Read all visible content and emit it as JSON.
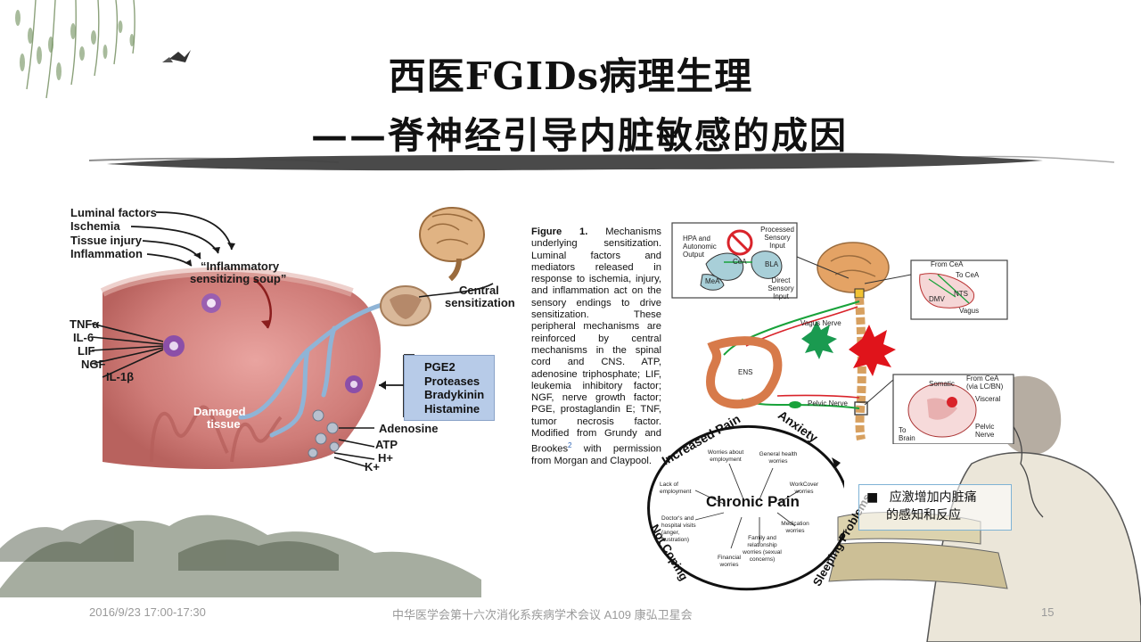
{
  "slide": {
    "title_line1": "西医FGIDs病理生理",
    "title_line2": "——脊神经引导内脏敏感的成因",
    "footer_left": "2016/9/23 17:00-17:30",
    "footer_center": "中华医学会第十六次消化系疾病学术会议 A109 康弘卫星会",
    "page_number": "15"
  },
  "left_figure": {
    "triggers": [
      "Luminal factors",
      "Ischemia",
      "Tissue injury",
      "Inflammation"
    ],
    "soup_label_line1": "“Inflammatory",
    "soup_label_line2": "sensitizing soup”",
    "cytokines": [
      "TNFα",
      "IL-6",
      "LIF",
      "NGF",
      "IL-1β"
    ],
    "damaged_tissue_line1": "Damaged",
    "damaged_tissue_line2": "tissue",
    "central_sensitization_line1": "Central",
    "central_sensitization_line2": "sensitization",
    "mediators": [
      "PGE2",
      "Proteases",
      "Bradykinin",
      "Histamine"
    ],
    "purine_labels": [
      "Adenosine",
      "ATP",
      "H+",
      "K+"
    ]
  },
  "caption": {
    "lead": "Figure 1.",
    "text": "Mechanisms underlying sensitization. Luminal factors and mediators released in response to ischemia, injury, and inflammation act on the sensory endings to drive sensitization. These peripheral mechanisms are reinforced by central mechanisms in the spinal cord and CNS. ATP, adenosine triphosphate; LIF, leukemia inhibitory factor; NGF, nerve growth factor; PGE, prostaglandin E; TNF, tumor necrosis factor. Modified from Grundy and Brookes",
    "ref": "2",
    "tail": "with permission from Morgan and Claypool."
  },
  "right_figure": {
    "amygdala": {
      "hpa": "HPA and Autonomic Output",
      "processed": "Processed Sensory Input",
      "cea": "CeA",
      "bla": "BLA",
      "mea": "MeA",
      "direct": "Direct Sensory Input"
    },
    "brainstem": {
      "from_cea": "From CeA",
      "to_cea": "To CeA",
      "nts": "NTS",
      "dmv": "DMV",
      "vagus": "Vagus"
    },
    "vagus_nerve": "Vagus Nerve",
    "ens": "ENS",
    "pelvic_nerve": "Pelvic Nerve",
    "spinal": {
      "somatic": "Somatic",
      "from_cea": "From CeA (via LC/BN)",
      "visceral": "Visceral",
      "to_brain": "To Brain",
      "pelvic": "Pelvic Nerve"
    }
  },
  "cycle": {
    "center": "Chronic Pain",
    "outer": [
      "Anxiety",
      "Sleeping Problems",
      "Not Coping",
      "Increased Pain"
    ],
    "worries": [
      "Worries about employment",
      "General health worries",
      "WorkCover worries",
      "Medication worries",
      "Family and relationship worries (sexual concerns)",
      "Financial worries",
      "Doctor's and hospital visits (anger, frustration)",
      "Lack of employment"
    ]
  },
  "note": {
    "bullet": "■",
    "text_line1": "应激增加内脏痛",
    "text_line2": "的感知和反应"
  },
  "colors": {
    "mediator_box": "#b7cbe8",
    "nerve_green": "#18a23a",
    "nerve_red": "#d9232a",
    "note_border": "#7fb3d5"
  }
}
